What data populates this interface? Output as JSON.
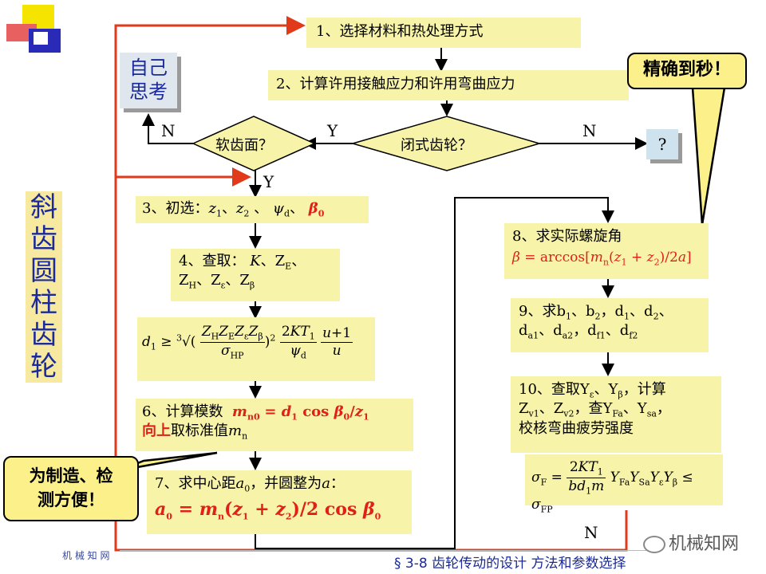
{
  "title_side": [
    "斜",
    "齿",
    "圆",
    "柱",
    "齿",
    "轮"
  ],
  "think_box": [
    "自己",
    "思考"
  ],
  "callout_top": "精确到秒！",
  "callout_bottom": [
    "为制造、检",
    "测方便！"
  ],
  "question_box": "?",
  "steps": {
    "s1": "1、选择材料和热处理方式",
    "s2": "2、计算许用接触应力和许用弯曲应力",
    "closed_gear": "闭式齿轮？",
    "soft_tooth": "软齿面？",
    "s3_prefix": "3、初选：",
    "s4_prefix": "4、查取：",
    "s6_prefix": "6、计算模数",
    "s6_line2_red": "向上",
    "s6_line2_rest": "取标准值",
    "s7_prefix": "7、求中心距",
    "s7_mid": "，并圆整为",
    "s8_title": "8、求实际螺旋角",
    "s9_prefix": "9、求",
    "s10_line1": "10、查取Y",
    "s10_line3": "校核弯曲疲劳强度",
    "s10_calc": "，计算",
    "s10_check": "查Y"
  },
  "labels": {
    "n_left": "N",
    "y_mid": "Y",
    "n_right": "N",
    "y_down": "Y",
    "n_bottom": "N"
  },
  "footer": {
    "left": "机 械 知 网",
    "section": "§ 3-8  齿轮传动的设计 方法和参数选择",
    "watermark": "机械知网"
  },
  "colors": {
    "box": "#f7f3a8",
    "accent": "#e03a1a",
    "blue_text": "#1a2a9a"
  }
}
